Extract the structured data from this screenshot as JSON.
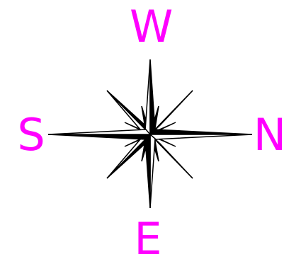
{
  "labels": {
    "top": "W",
    "left": "S",
    "right": "N",
    "bottom": "E"
  },
  "colors": {
    "label": "#ff00ff",
    "rose_fill": "#000000",
    "rose_line": "#000000",
    "background": "#ffffff"
  },
  "icon": "compass-rose-icon"
}
